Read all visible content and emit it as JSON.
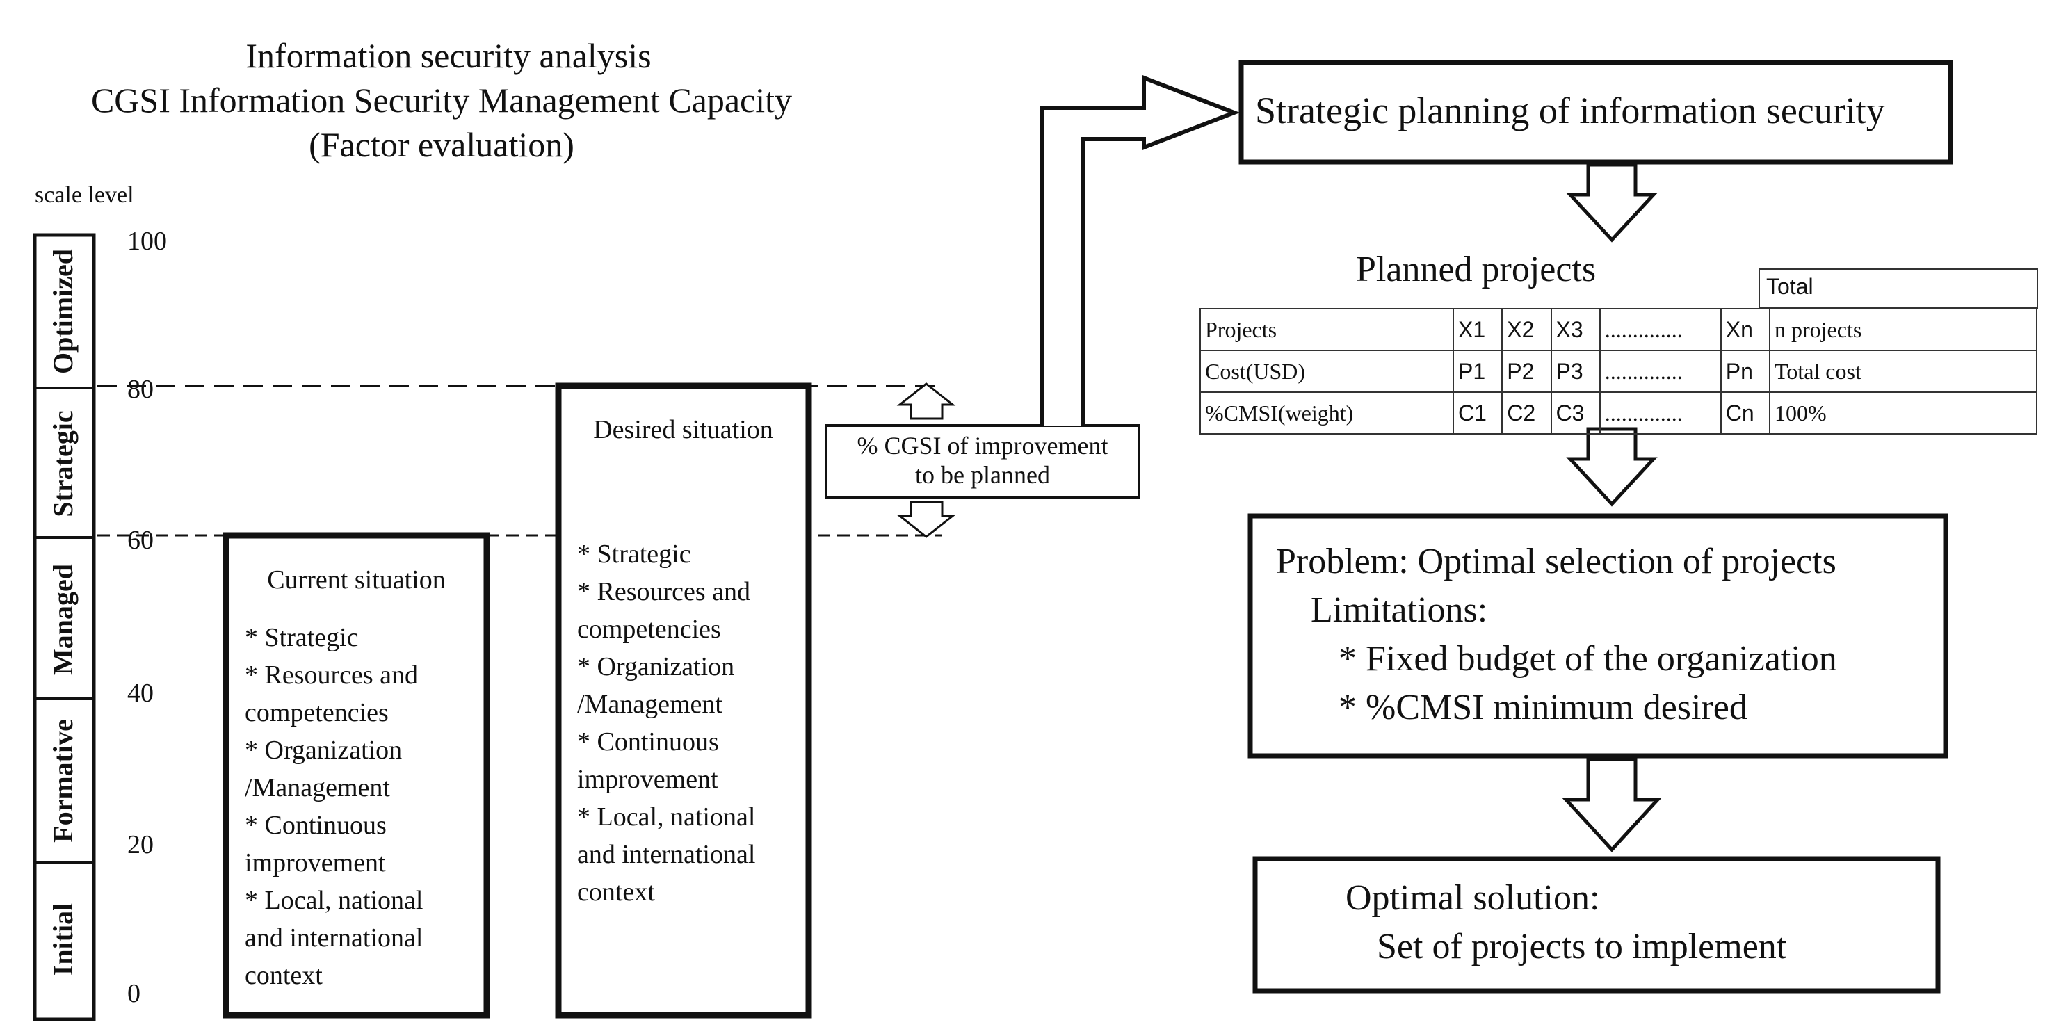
{
  "title": {
    "line1": "Information security analysis",
    "line2": "CGSI Information Security Management Capacity",
    "line3": "(Factor evaluation)"
  },
  "scale": {
    "label": "scale level",
    "ticks": [
      "100",
      "80",
      "60",
      "40",
      "20",
      "0"
    ],
    "levels": [
      "Optimized",
      "Strategic",
      "Managed",
      "Formative",
      "Initial"
    ]
  },
  "current": {
    "title": "Current situation",
    "bullets": [
      "* Strategic",
      "* Resources and",
      "competencies",
      "* Organization",
      "/Management",
      "* Continuous",
      "improvement",
      "* Local, national",
      "and international",
      "context"
    ]
  },
  "desired": {
    "title": "Desired situation",
    "bullets": [
      "* Strategic",
      "* Resources and",
      "competencies",
      "* Organization",
      "/Management",
      "* Continuous",
      "improvement",
      "* Local, national",
      "and international",
      "context"
    ]
  },
  "improvement": {
    "line1": "% CGSI of improvement",
    "line2": "to be planned"
  },
  "strategic_planning": "Strategic planning of information security",
  "planned_projects": {
    "title": "Planned projects",
    "total_header": "Total",
    "rows": [
      [
        "Projects",
        "X1",
        "X2",
        "X3",
        "..............",
        "Xn",
        "n projects"
      ],
      [
        "Cost(USD)",
        "P1",
        "P2",
        "P3",
        "..............",
        "Pn",
        "Total cost"
      ],
      [
        "%CMSI(weight)",
        "C1",
        "C2",
        "C3",
        "..............",
        "Cn",
        "100%"
      ]
    ]
  },
  "problem": {
    "line1": "Problem: Optimal selection of projects",
    "line2": "Limitations:",
    "line3": "* Fixed budget of the organization",
    "line4": "* %CMSI minimum desired"
  },
  "solution": {
    "line1": "Optimal solution:",
    "line2": "Set of projects to implement"
  }
}
